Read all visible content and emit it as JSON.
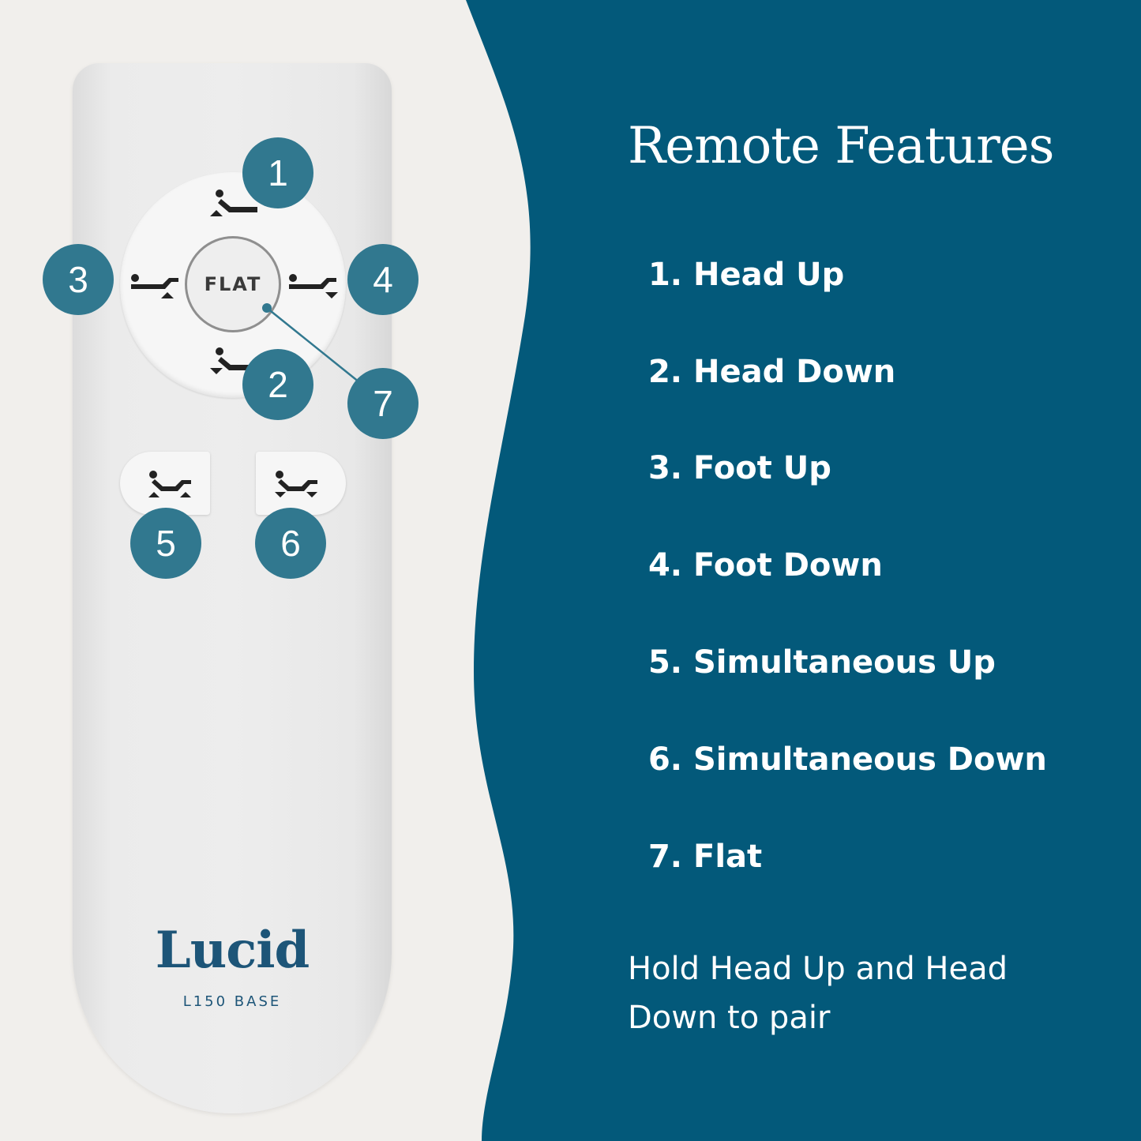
{
  "colors": {
    "panel": "#03597a",
    "badge": "#31788f",
    "background": "#f1efec",
    "brand": "#1d5578"
  },
  "remote": {
    "flat_label": "FLAT",
    "brand": "Lucid",
    "model": "L150 BASE",
    "badges": [
      "1",
      "2",
      "3",
      "4",
      "5",
      "6",
      "7"
    ]
  },
  "panel": {
    "title": "Remote Features",
    "features": [
      {
        "num": "1.",
        "label": "Head Up"
      },
      {
        "num": "2.",
        "label": "Head Down"
      },
      {
        "num": "3.",
        "label": "Foot Up"
      },
      {
        "num": "4.",
        "label": "Foot Down"
      },
      {
        "num": "5.",
        "label": "Simultaneous Up"
      },
      {
        "num": "6.",
        "label": "Simultaneous Down"
      },
      {
        "num": "7.",
        "label": "Flat"
      }
    ],
    "note": "Hold Head Up and Head Down to pair"
  }
}
